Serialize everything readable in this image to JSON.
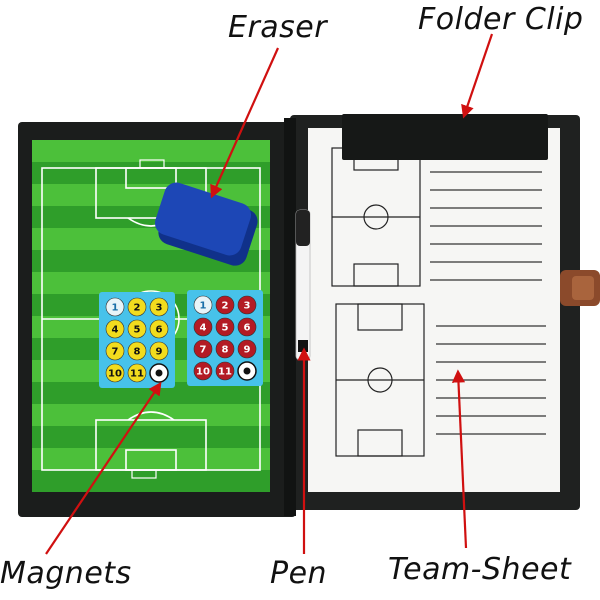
{
  "callouts": {
    "eraser": "Eraser",
    "folder_clip": "Folder Clip",
    "magnets": "Magnets",
    "pen": "Pen",
    "team_sheet": "Team-Sheet"
  },
  "magnets": {
    "yellow": [
      "1",
      "2",
      "3",
      "4",
      "5",
      "6",
      "7",
      "8",
      "9",
      "10",
      "11"
    ],
    "red": [
      "1",
      "2",
      "3",
      "4",
      "5",
      "6",
      "7",
      "8",
      "9",
      "10",
      "11"
    ]
  },
  "colors": {
    "pitch_green": "#2f9e2a",
    "pitch_light": "#4cc03a",
    "folder": "#1b1d1c",
    "eraser": "#1d47b6",
    "yellow_magnet": "#f2dc1e",
    "red_magnet": "#b31b24",
    "arrow": "#d01010",
    "strap": "#8b4a2b"
  }
}
